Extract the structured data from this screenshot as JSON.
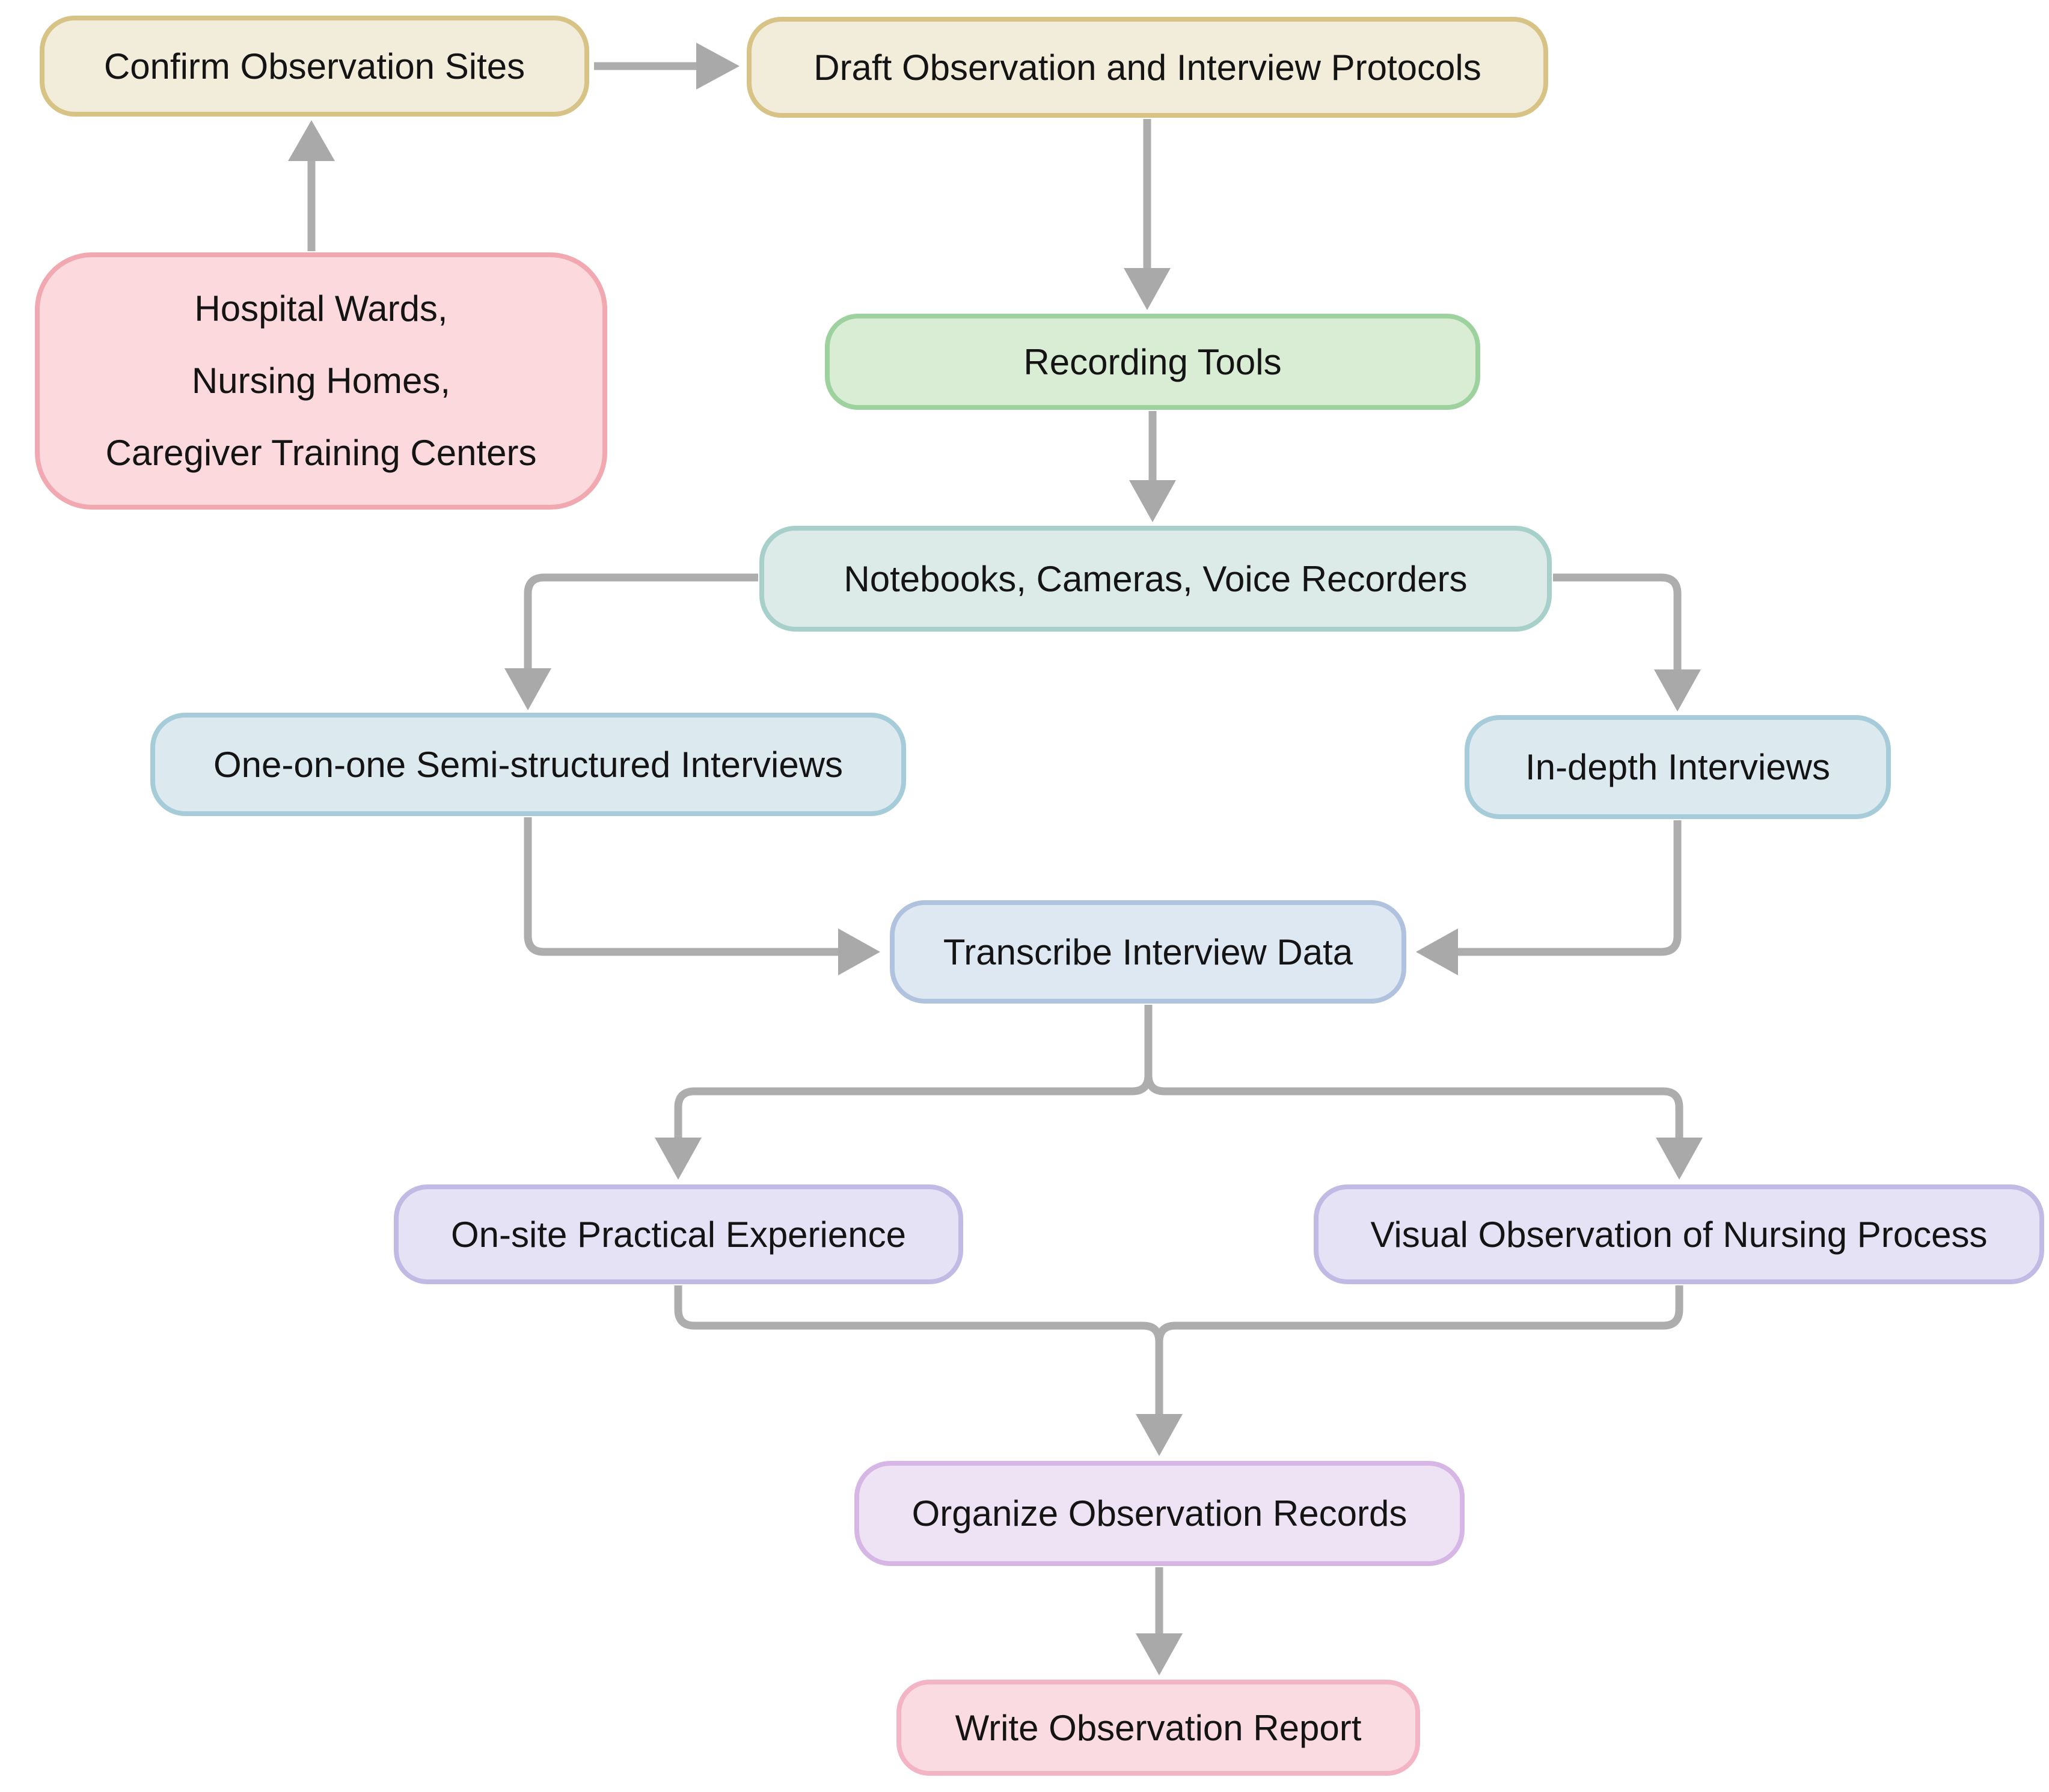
{
  "diagram": {
    "type": "flowchart",
    "background_color": "#FFFFFF",
    "connector_color": "#ADADAD",
    "text_color": "#141414",
    "nodes": {
      "confirm": {
        "label": "Confirm Observation Sites",
        "fill": "#F2EDDB",
        "border": "#D8C387"
      },
      "draft": {
        "label": "Draft Observation and Interview Protocols",
        "fill": "#F2EDDB",
        "border": "#D8C387"
      },
      "hospital": {
        "lines": [
          "Hospital Wards,",
          "Nursing Homes,",
          "Caregiver Training Centers"
        ],
        "fill": "#FBD9DD",
        "border": "#F2A8B0"
      },
      "recording": {
        "label": "Recording Tools",
        "fill": "#D9EDD4",
        "border": "#9DD19D"
      },
      "notebooks": {
        "label": "Notebooks, Cameras, Voice Recorders",
        "fill": "#DCEBE8",
        "border": "#A6D0C9"
      },
      "one_on_one": {
        "label": "One-on-one Semi-structured Interviews",
        "fill": "#DCEAF0",
        "border": "#A5CCD8"
      },
      "in_depth": {
        "label": "In-depth Interviews",
        "fill": "#DCEAF0",
        "border": "#A5CCD8"
      },
      "transcribe": {
        "label": "Transcribe Interview Data",
        "fill": "#DDE8F2",
        "border": "#B0C2DD"
      },
      "onsite": {
        "label": "On-site Practical Experience",
        "fill": "#E4E2F4",
        "border": "#C0BAE5"
      },
      "visual": {
        "label": "Visual Observation of Nursing Process",
        "fill": "#E4E2F4",
        "border": "#C0BAE5"
      },
      "organize": {
        "label": "Organize Observation Records",
        "fill": "#EEE2F5",
        "border": "#D6B6E4"
      },
      "write": {
        "label": "Write Observation Report",
        "fill": "#FBDBE2",
        "border": "#F3B4C5"
      }
    },
    "edges": [
      {
        "from": "hospital",
        "to": "confirm"
      },
      {
        "from": "confirm",
        "to": "draft"
      },
      {
        "from": "draft",
        "to": "recording"
      },
      {
        "from": "recording",
        "to": "notebooks"
      },
      {
        "from": "notebooks",
        "to": "one_on_one"
      },
      {
        "from": "notebooks",
        "to": "in_depth"
      },
      {
        "from": "one_on_one",
        "to": "transcribe"
      },
      {
        "from": "in_depth",
        "to": "transcribe"
      },
      {
        "from": "transcribe",
        "to": "onsite"
      },
      {
        "from": "transcribe",
        "to": "visual"
      },
      {
        "from": "onsite",
        "to": "organize"
      },
      {
        "from": "visual",
        "to": "organize"
      },
      {
        "from": "organize",
        "to": "write"
      }
    ]
  }
}
